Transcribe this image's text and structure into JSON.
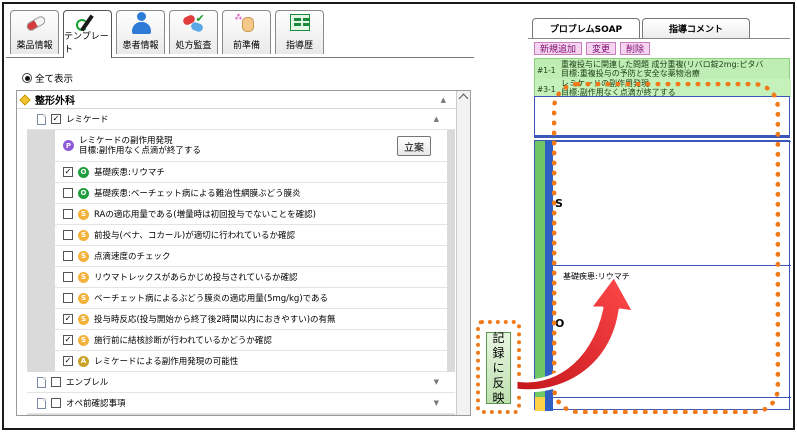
{
  "tabs": [
    {
      "label": "薬品情報",
      "icon": "capsule-icon"
    },
    {
      "label": "テンプレート",
      "icon": "template-pen-icon"
    },
    {
      "label": "患者情報",
      "icon": "patient-icon"
    },
    {
      "label": "処方監査",
      "icon": "prescription-audit-icon"
    },
    {
      "label": "前準備",
      "icon": "preparation-icon"
    },
    {
      "label": "指導歴",
      "icon": "guidance-history-icon"
    }
  ],
  "filter": {
    "show_all_label": "全て表示"
  },
  "tree": {
    "group_label": "整形外科",
    "template_label": "レミケード",
    "plan_text_1": "レミケードの副作用発現",
    "plan_text_2": "目標:副作用なく点滴が終了する",
    "plan_button_label": "立案",
    "items": [
      {
        "badge": "O",
        "badge_color": "#1e9e3e",
        "checked": true,
        "label": "基礎疾患:リウマチ"
      },
      {
        "badge": "O",
        "badge_color": "#1e9e3e",
        "checked": false,
        "label": "基礎疾患:ベーチェット病による難治性網膜ぶどう膜炎"
      },
      {
        "badge": "S",
        "badge_color": "#f3b23b",
        "checked": false,
        "label": "RAの適応用量である(増量時は初回投与でないことを確認)"
      },
      {
        "badge": "S",
        "badge_color": "#f3b23b",
        "checked": false,
        "label": "前投与(ベナ、コカール)が適切に行われているか確認"
      },
      {
        "badge": "S",
        "badge_color": "#f3b23b",
        "checked": false,
        "label": "点滴速度のチェック"
      },
      {
        "badge": "S",
        "badge_color": "#f3b23b",
        "checked": false,
        "label": "リウマトレックスがあらかじめ投与されているか確認"
      },
      {
        "badge": "S",
        "badge_color": "#f3b23b",
        "checked": false,
        "label": "ベーチェット病によるぶどう膜炎の適応用量(5mg/kg)である"
      },
      {
        "badge": "S",
        "badge_color": "#f3b23b",
        "checked": true,
        "label": "投与時反応(投与開始から終了後2時間以内におきやすい)の有無"
      },
      {
        "badge": "S",
        "badge_color": "#f3b23b",
        "checked": true,
        "label": "施行前に結核診断が行われているかどうか確認"
      },
      {
        "badge": "A",
        "badge_color": "#c9a227",
        "checked": true,
        "label": "レミケードによる副作用発現の可能性"
      }
    ],
    "collapsed": [
      {
        "label": "エンブレル"
      },
      {
        "label": "オペ前確認事項"
      }
    ]
  },
  "reflect_button": {
    "chars": [
      "記",
      "録",
      "に",
      "反",
      "映"
    ]
  },
  "right_tabs": [
    {
      "label": "プロブレムSOAP"
    },
    {
      "label": "指導コメント"
    }
  ],
  "actions": [
    {
      "label": "新規追加"
    },
    {
      "label": "変更"
    },
    {
      "label": "削除"
    }
  ],
  "soap_list": [
    {
      "num": "#1-1",
      "line1": "重複投与に関連した問題 成分重複(リバロ錠2mg:ピタバ",
      "line2": "目標:重複投与の予防と安全な薬物治療"
    },
    {
      "num": "#3-1",
      "line1": "レミケードの副作用発現",
      "line2": "目標:副作用なく点滴が終了する"
    }
  ],
  "soap_sections": {
    "s": "S",
    "o": "O",
    "o_text": "基礎疾患:リウマチ"
  }
}
